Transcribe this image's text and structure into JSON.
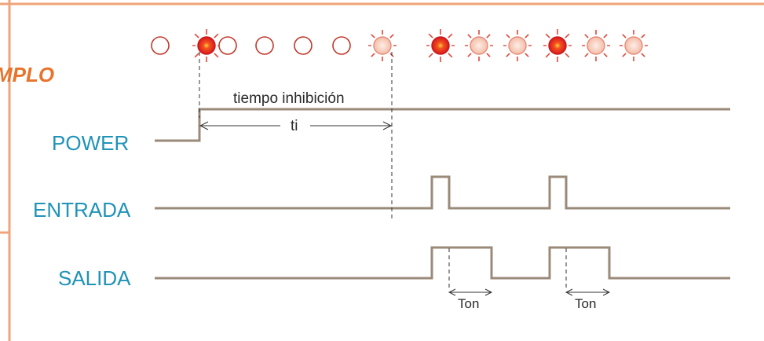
{
  "section_label": "MPLO",
  "signals": {
    "power": "POWER",
    "entrada": "ENTRADA",
    "salida": "SALIDA"
  },
  "annotations": {
    "inhibition": "tiempo inhibición",
    "ti": "ti",
    "ton_1": "Ton",
    "ton_2": "Ton"
  },
  "leds": [
    "off",
    "bright",
    "off",
    "off",
    "off",
    "off",
    "dim",
    "bright",
    "dim",
    "dim",
    "bright",
    "dim",
    "dim"
  ],
  "colors": {
    "signal_label": "#1f93b8",
    "trace": "#9a8a7a",
    "frame": "#f0a47a",
    "section": "#e8732b",
    "led_bright": "#e02020",
    "led_dim": "#f7c6b4"
  }
}
